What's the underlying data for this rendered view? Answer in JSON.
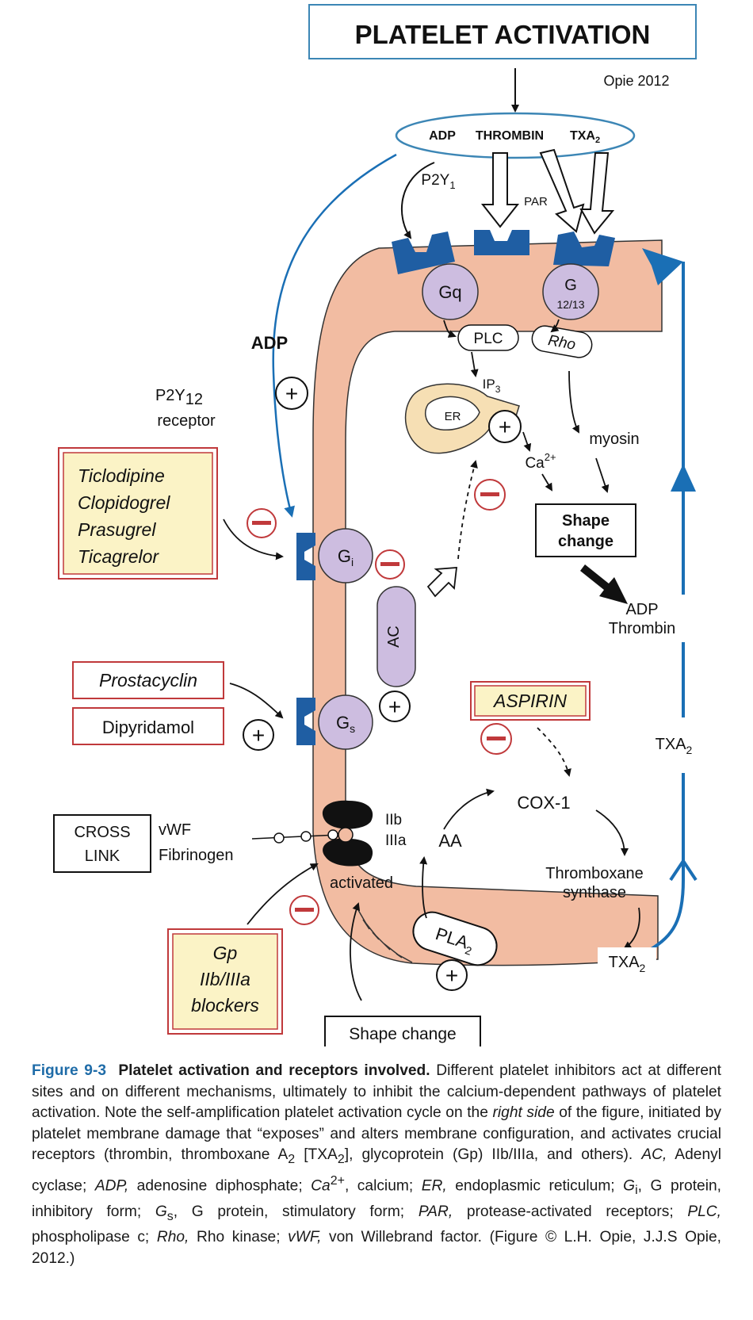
{
  "title": "PLATELET ACTIVATION",
  "credit": "Opie 2012",
  "agonists": {
    "adp": "ADP",
    "thrombin": "THROMBIN",
    "txa2_main": "TXA",
    "txa2_sub": "2"
  },
  "labels": {
    "p2y1_main": "P2Y",
    "p2y1_sub": "1",
    "par": "PAR",
    "gq": "Gq",
    "g1213_main": "G",
    "g1213_sub": "12/13",
    "plc": "PLC",
    "rho": "Rho",
    "ip3_main": "IP",
    "ip3_sub": "3",
    "er": "ER",
    "myosin": "myosin",
    "ca_main": "Ca",
    "ca_sup": "2+",
    "shape_change_1": "Shape",
    "shape_change_2": "change",
    "adp_out": "ADP",
    "thrombin_out": "Thrombin",
    "adp_left": "ADP",
    "p2y12_main": "P2Y",
    "p2y12_sub": "12",
    "p2y12_line2": "receptor",
    "gi_main": "G",
    "gi_sub": "i",
    "ac": "AC",
    "gs_main": "G",
    "gs_sub": "s",
    "txa2_right_main": "TXA",
    "txa2_right_sub": "2",
    "cox1": "COX-1",
    "aa": "AA",
    "tx_synthase_1": "Thromboxane",
    "tx_synthase_2": "synthase",
    "txa2_bottom_main": "TXA",
    "txa2_bottom_sub": "2",
    "pla2_main": "PLA",
    "pla2_sub": "2",
    "iib": "IIb",
    "iiia": "IIIa",
    "activated": "activated",
    "vwf": "vWF",
    "fibrinogen": "Fibrinogen",
    "cross": "CROSS",
    "link": "LINK",
    "shape_change_bottom": "Shape change"
  },
  "drugs": {
    "p2y12_blockers": [
      "Ticlodipine",
      "Clopidogrel",
      "Prasugrel",
      "Ticagrelor"
    ],
    "prostacyclin": "Prostacyclin",
    "dipyridamol": "Dipyridamol",
    "aspirin": "ASPIRIN",
    "gp_blockers": [
      "Gp",
      "IIb/IIIa",
      "blockers"
    ]
  },
  "signs": {
    "plus": "+",
    "minus": "−"
  },
  "caption": {
    "figure_no": "Figure 9-3",
    "title": "Platelet activation and receptors involved.",
    "s1": " Different platelet inhibitors act at different sites and on different mechanisms, ultimately to inhibit the calcium-dependent pathways of platelet activation. Note the self-amplification platelet activation cycle on the ",
    "right_side": "right side",
    "s2": " of the figure, initiated by platelet membrane damage that “exposes” and alters membrane configuration, and activates crucial receptors (thrombin, thromboxane A",
    "sub_a2_1": "2",
    "s3": " [TXA",
    "sub_a2_2": "2",
    "s4": "], glycoprotein (Gp) IIb/IIIa, and others). ",
    "ac_abbr": "AC,",
    "ac_def": " Adenyl cyclase; ",
    "adp_abbr": "ADP,",
    "adp_def": " adenosine diphosphate; ",
    "ca_abbr": "Ca",
    "ca_sup": "2+",
    "ca_def": ", calcium; ",
    "er_abbr": "ER,",
    "er_def": " endoplasmic reticulum; ",
    "gi_abbr": "G",
    "gi_sub": "i",
    "gi_def": ", G protein, inhibitory form; ",
    "gs_abbr": "G",
    "gs_sub": "s",
    "gs_def": ", G protein, stimulatory form; ",
    "par_abbr": "PAR,",
    "par_def": " protease-activated receptors; ",
    "plc_abbr": "PLC,",
    "plc_def": " phospholipase c; ",
    "rho_abbr": "Rho,",
    "rho_def": " Rho kinase; ",
    "vwf_abbr": "vWF,",
    "vwf_def": " von Willebrand factor. (Figure © L.H. Opie, J.J.S Opie, 2012.)"
  },
  "colors": {
    "membrane": "#f2bca2",
    "receptor": "#1f5ea3",
    "g_protein": "#cdbde0",
    "drug_box_fill": "#fbf3c6",
    "drug_box_border": "#c0393b",
    "minus_circle": "#c0393b",
    "blue_arrow": "#1a6fb5",
    "er_fill": "#f6dfb4",
    "caption_figure_no": "#1f6ca8"
  }
}
